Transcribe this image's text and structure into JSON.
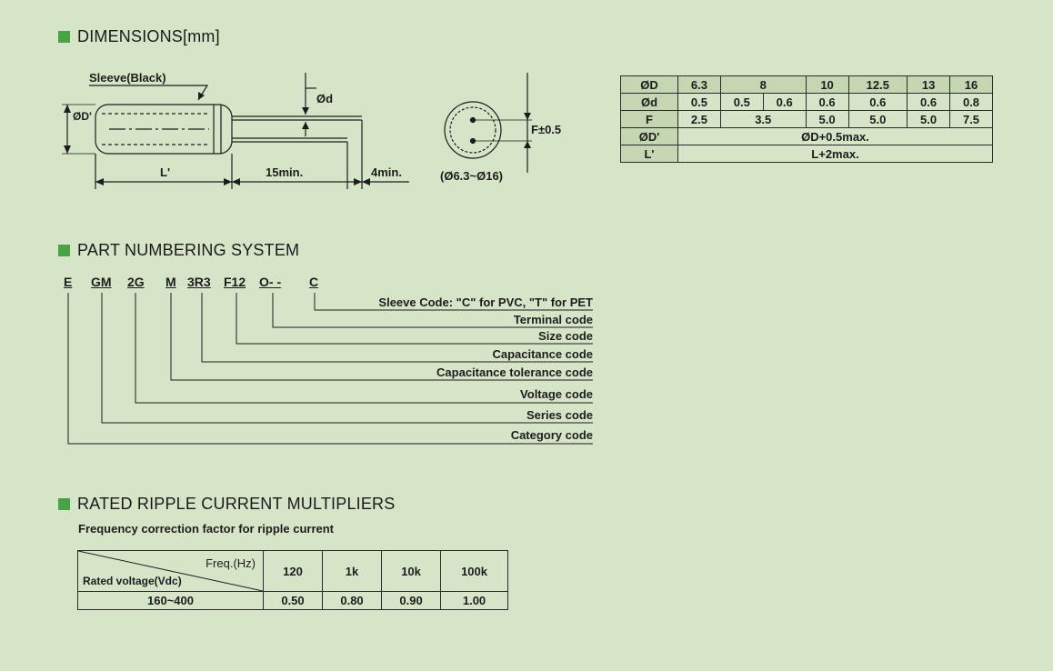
{
  "dimensions": {
    "title": "DIMENSIONS[mm]",
    "labels": {
      "sleeve": "Sleeve(Black)",
      "od_prime": "ØD'",
      "od_small": "Ød",
      "l_prime": "L'",
      "min15": "15min.",
      "min4": "4min.",
      "f_tol": "F±0.5",
      "range": "(Ø6.3~Ø16)"
    },
    "table": {
      "rows": [
        {
          "head": "ØD",
          "cells": [
            [
              "6.3",
              1
            ],
            [
              "8",
              2
            ],
            [
              "10",
              1
            ],
            [
              "12.5",
              1
            ],
            [
              "13",
              1
            ],
            [
              "16",
              1
            ]
          ]
        },
        {
          "head": "Ød",
          "cells": [
            [
              "0.5",
              1
            ],
            [
              "0.5",
              1
            ],
            [
              "0.6",
              1
            ],
            [
              "0.6",
              1
            ],
            [
              "0.6",
              1
            ],
            [
              "0.6",
              1
            ],
            [
              "0.8",
              1
            ]
          ]
        },
        {
          "head": "F",
          "cells": [
            [
              "2.5",
              1
            ],
            [
              "3.5",
              2
            ],
            [
              "5.0",
              1
            ],
            [
              "5.0",
              1
            ],
            [
              "5.0",
              1
            ],
            [
              "7.5",
              1
            ]
          ]
        },
        {
          "head": "ØD'",
          "cells": [
            [
              "ØD+0.5max.",
              7
            ]
          ]
        },
        {
          "head": "L'",
          "cells": [
            [
              "L+2max.",
              7
            ]
          ]
        }
      ]
    }
  },
  "part_numbering": {
    "title": "PART NUMBERING SYSTEM",
    "codes": [
      "E",
      "GM",
      "2G",
      "M",
      "3R3",
      "F12",
      "O- -",
      "C"
    ],
    "labels": [
      "Sleeve Code: \"C\" for PVC, \"T\" for PET",
      "Terminal code",
      "Size code",
      "Capacitance code",
      "Capacitance tolerance code",
      "Voltage code",
      "Series code",
      "Category code"
    ]
  },
  "ripple": {
    "title": "RATED RIPPLE CURRENT MULTIPLIERS",
    "subtitle": "Frequency correction factor for ripple current",
    "freq_label": "Freq.(Hz)",
    "voltage_label": "Rated voltage(Vdc)",
    "frequencies": [
      "120",
      "1k",
      "10k",
      "100k"
    ],
    "rows": [
      {
        "voltage": "160~400",
        "values": [
          "0.50",
          "0.80",
          "0.90",
          "1.00"
        ]
      }
    ]
  },
  "colors": {
    "background": "#d6e4c7",
    "accent": "#4aa247",
    "line": "#1d1d1d"
  }
}
